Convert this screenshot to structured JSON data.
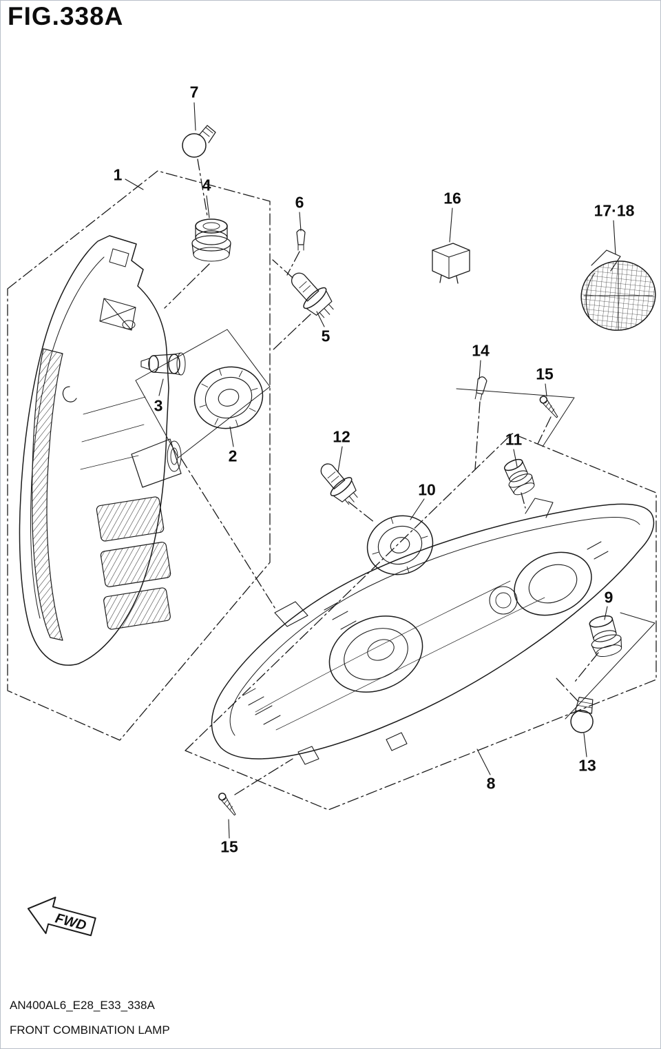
{
  "figure": {
    "title": "FIG.338A",
    "code": "AN400AL6_E28_E33_338A",
    "name": "FRONT COMBINATION LAMP",
    "fwd_label": "FWD"
  },
  "colors": {
    "ink": "#1a1a1a",
    "paper": "#ffffff"
  },
  "callouts": [
    {
      "label": "1"
    },
    {
      "label": "2"
    },
    {
      "label": "3"
    },
    {
      "label": "4"
    },
    {
      "label": "5"
    },
    {
      "label": "6"
    },
    {
      "label": "7"
    },
    {
      "label": "8"
    },
    {
      "label": "9"
    },
    {
      "label": "10"
    },
    {
      "label": "11"
    },
    {
      "label": "12"
    },
    {
      "label": "13"
    },
    {
      "label": "14"
    },
    {
      "label": "15"
    },
    {
      "label": "15"
    },
    {
      "label": "16"
    },
    {
      "label": "17·18"
    }
  ]
}
